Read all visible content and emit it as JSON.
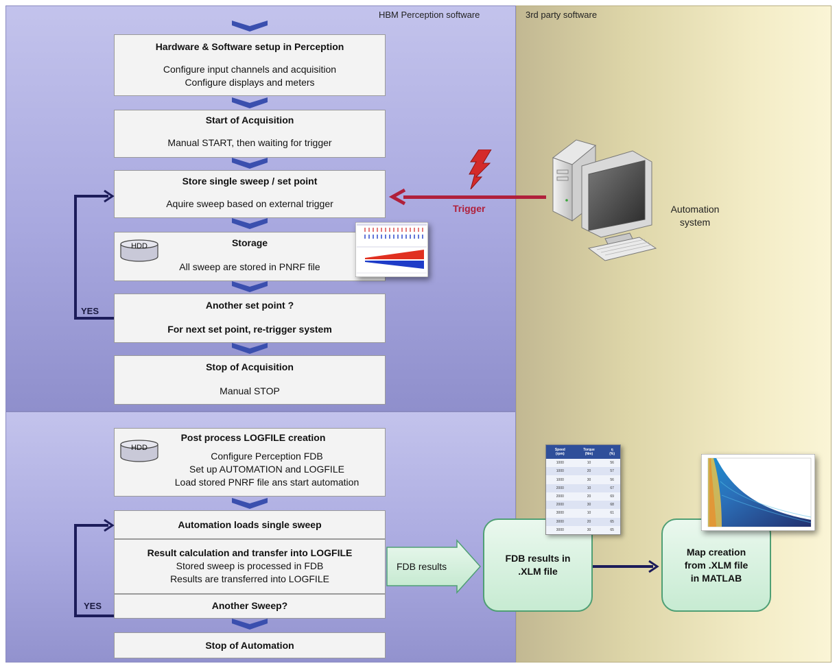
{
  "regions": {
    "hbm": "HBM Perception software",
    "third_party": "3rd party software"
  },
  "steps": {
    "setup": {
      "title": "Hardware & Software setup in Perception",
      "line1": "Configure input channels and acquisition",
      "line2": "Configure displays and meters"
    },
    "start": {
      "title": "Start of Acquisition",
      "line1": "Manual START, then waiting for trigger"
    },
    "store": {
      "title": "Store single sweep / set point",
      "line1": "Aquire sweep based on external trigger"
    },
    "storage": {
      "title": "Storage",
      "line1": "All sweep are stored in PNRF file",
      "hdd": "HDD"
    },
    "another": {
      "title": "Another set point ?",
      "line1": "For next set point, re-trigger system"
    },
    "stop": {
      "title": "Stop of Acquisition",
      "line1": "Manual STOP"
    },
    "post": {
      "title": "Post process LOGFILE creation",
      "line1": "Configure Perception FDB",
      "line2": "Set up AUTOMATION and LOGFILE",
      "line3": "Load stored PNRF file ans start automation",
      "hdd": "HDD"
    },
    "loads": {
      "title": "Automation loads single sweep"
    },
    "result": {
      "title": "Result calculation and transfer into LOGFILE",
      "line1": "Stored sweep is processed in FDB",
      "line2": "Results are transferred into LOGFILE"
    },
    "another_sweep": {
      "title": "Another Sweep?"
    },
    "stop_auto": {
      "title": "Stop of Automation"
    }
  },
  "loop": {
    "yes_top": "YES",
    "yes_bottom": "YES"
  },
  "trigger": {
    "label": "Trigger"
  },
  "automation": {
    "line1": "Automation",
    "line2": "system"
  },
  "fdb_arrow": {
    "label": "FDB results"
  },
  "fdb_box": {
    "line1": "FDB results in",
    "line2": ".XLM file"
  },
  "map_box": {
    "line1": "Map creation",
    "line2": "from .XLM file",
    "line3": "in MATLAB"
  },
  "results_table": {
    "headers": [
      [
        "Speed",
        "(rpm)"
      ],
      [
        "Torque",
        "(Nm)"
      ],
      [
        "η",
        "(%)"
      ]
    ],
    "rows": [
      [
        "1000",
        "10",
        "56"
      ],
      [
        "1000",
        "20",
        "57"
      ],
      [
        "1000",
        "30",
        "56"
      ],
      [
        "2000",
        "10",
        "67"
      ],
      [
        "2000",
        "20",
        "69"
      ],
      [
        "2000",
        "30",
        "68"
      ],
      [
        "3000",
        "10",
        "61"
      ],
      [
        "3000",
        "20",
        "65"
      ],
      [
        "3000",
        "30",
        "65"
      ]
    ]
  },
  "colors": {
    "chevron": "#3a4fae",
    "loop": "#1c1c5a",
    "trigger": "#b0203b",
    "green_border": "#4f9f74"
  }
}
